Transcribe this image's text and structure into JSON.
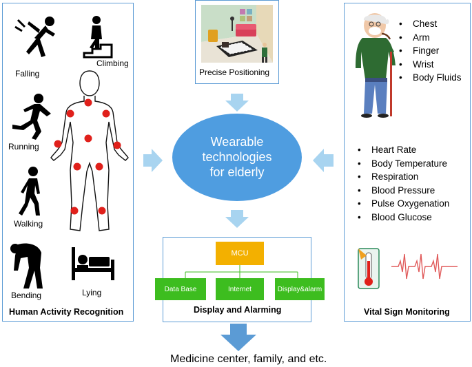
{
  "left_panel": {
    "title": "Human Activity Recognition",
    "activities": [
      "Falling",
      "Climbing",
      "Running",
      "Walking",
      "Bending",
      "Lying"
    ]
  },
  "top_panel": {
    "caption": "Precise Positioning"
  },
  "center": {
    "line1": "Wearable",
    "line2": "technologies",
    "line3": "for elderly"
  },
  "right_panel": {
    "title": "Vital Sign Monitoring",
    "body_sites": [
      "Chest",
      "Arm",
      "Finger",
      "Wrist",
      "Body Fluids"
    ],
    "vital_signs": [
      "Heart Rate",
      "Body Temperature",
      "Respiration",
      "Blood Pressure",
      "Pulse Oxygenation",
      "Blood Glucose"
    ]
  },
  "bottom_panel": {
    "title": "Display and Alarming",
    "mcu_label": "MCU",
    "outputs": [
      "Data Base",
      "Internet",
      "Display&alarm"
    ]
  },
  "footer": {
    "text": "Medicine center, family, and etc."
  },
  "colors": {
    "border": "#5b9bd5",
    "ellipse": "#4f9de0",
    "arrow": "#a8d4f0",
    "sensor_dot": "#e0201b",
    "mcu": "#f3b000",
    "output_box": "#3dbd1f",
    "big_arrow": "#5b9bd5"
  },
  "icons": [
    "falling-person-icon",
    "climbing-stairs-icon",
    "running-person-icon",
    "walking-person-icon",
    "bending-person-icon",
    "bed-lying-icon",
    "body-outline-icon",
    "room-scene-icon",
    "elderly-man-icon",
    "thermometer-icon",
    "ecg-wave-icon"
  ]
}
